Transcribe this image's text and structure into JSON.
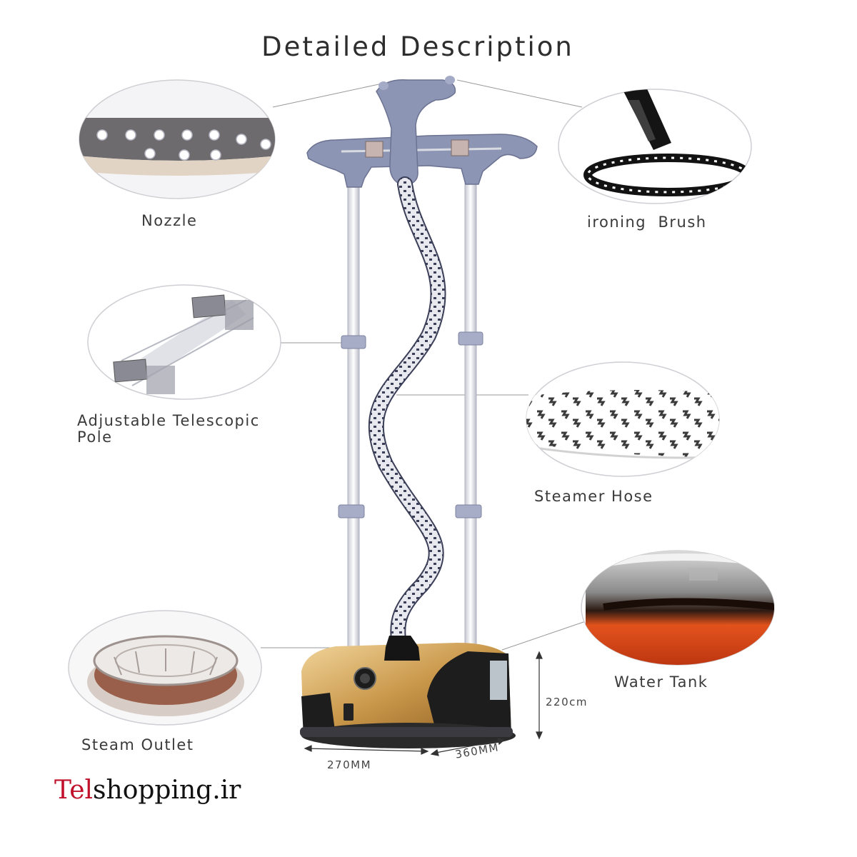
{
  "title": "Detailed Description",
  "callouts": {
    "nozzle": "Nozzle",
    "brush": "ironing  Brush",
    "pole_line1": "Adjustable Telescopic",
    "pole_line2": "Pole",
    "hose": "Steamer Hose",
    "tank": "Water Tank",
    "outlet": "Steam Outlet"
  },
  "dimensions": {
    "height": "220cm",
    "width": "270MM",
    "depth": "360MM"
  },
  "brand": {
    "part1": "Tel",
    "part2": "shopping.ir"
  },
  "colors": {
    "head": "#8d95b4",
    "base_gold": "#c9974a",
    "base_black": "#1a1a1a",
    "tank_orange": "#d2461a",
    "brand_red": "#c0102a"
  }
}
